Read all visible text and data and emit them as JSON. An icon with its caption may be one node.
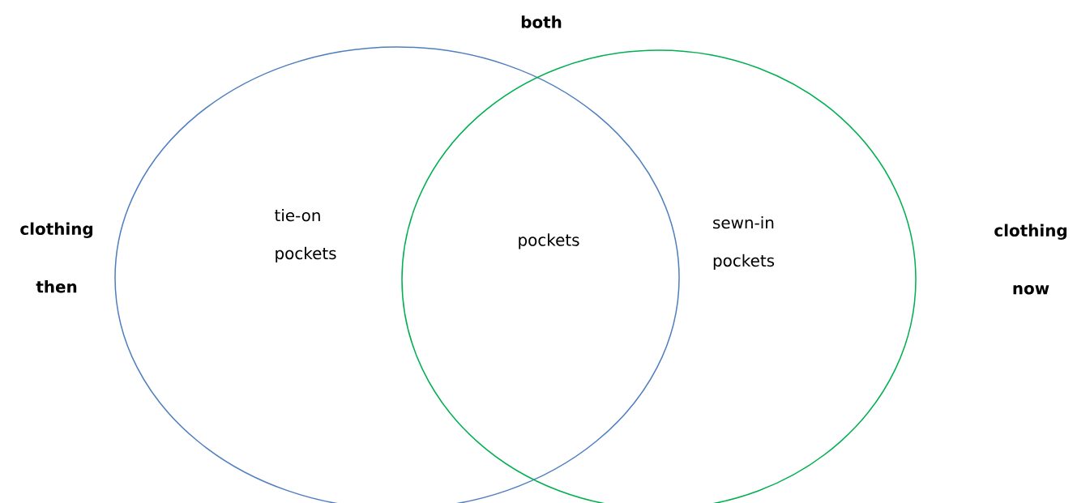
{
  "diagram": {
    "nodes": [
      {
        "text": [
          "tie-on pockets"
        ]
      },
      {
        "text": [
          "sewn-in pockets"
        ]
      }
    ],
    "labels": [
      "both",
      "clothing then",
      "pockets",
      "clothing now"
    ]
  }
}
